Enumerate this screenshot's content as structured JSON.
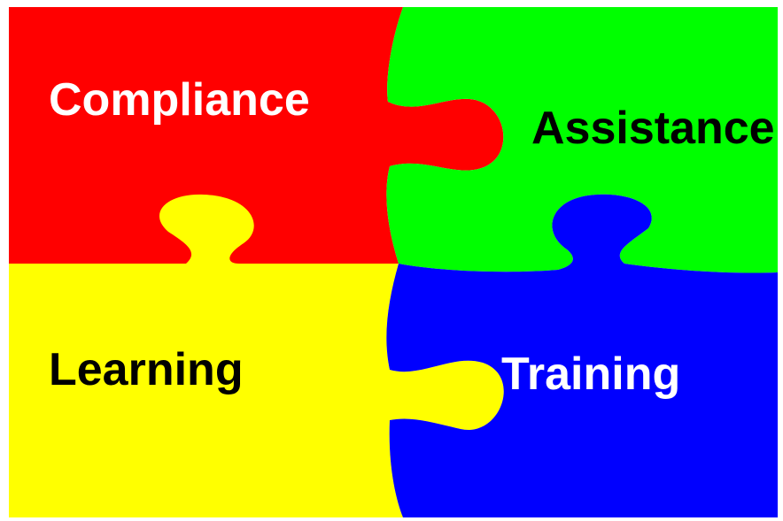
{
  "pieces": [
    {
      "id": "compliance",
      "label": "Compliance",
      "color": "#ff0000",
      "text_color": "#ffffff"
    },
    {
      "id": "assistance",
      "label": "Assistance",
      "color": "#00ff00",
      "text_color": "#000000"
    },
    {
      "id": "learning",
      "label": "Learning",
      "color": "#ffff00",
      "text_color": "#000000"
    },
    {
      "id": "training",
      "label": "Training",
      "color": "#0000ff",
      "text_color": "#ffffff"
    }
  ]
}
